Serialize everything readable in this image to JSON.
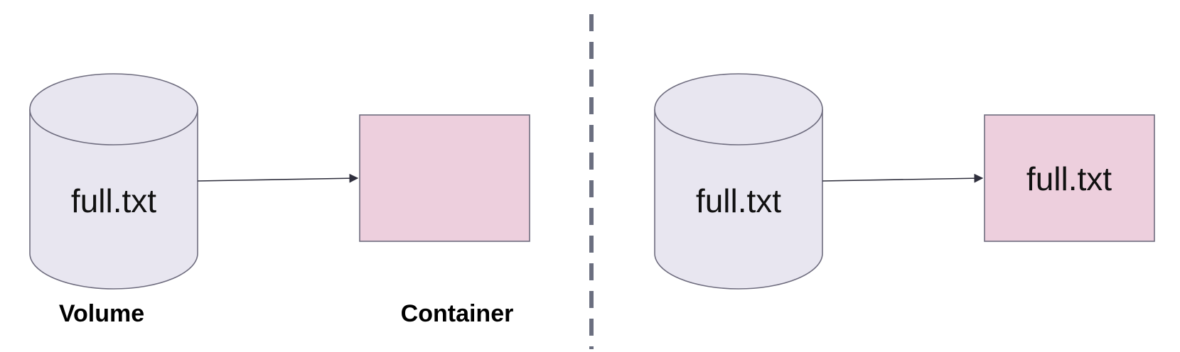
{
  "colors": {
    "cylinder_fill": "#e8e6f0",
    "box_fill": "#edcfdd",
    "stroke": "#6e6c7e",
    "arrow": "#2f2f3d",
    "divider": "#6b6f80"
  },
  "left_panel": {
    "volume_file_label": "full.txt",
    "container_file_label": "",
    "volume_caption": "Volume",
    "container_caption": "Container"
  },
  "right_panel": {
    "volume_file_label": "full.txt",
    "container_file_label": "full.txt"
  }
}
